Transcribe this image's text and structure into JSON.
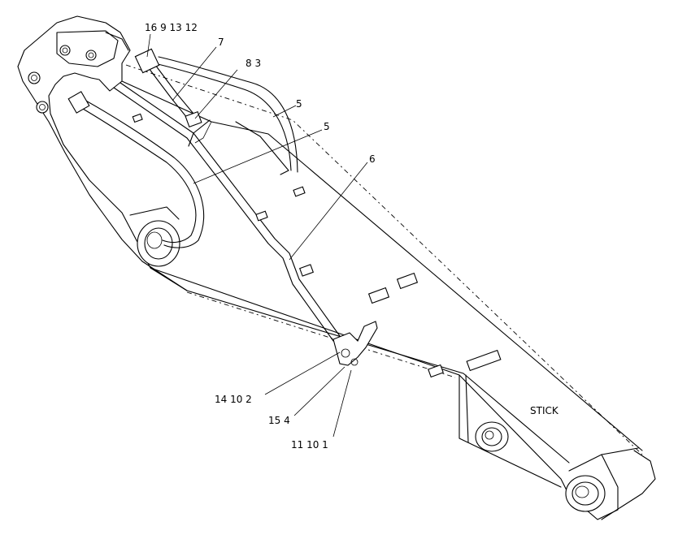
{
  "callouts": {
    "c1": "16  9  13  12",
    "c2": "7",
    "c3": "8  3",
    "c4": "5",
    "c5": "5",
    "c6": "6",
    "c7": "14  10  2",
    "c8": "15  4",
    "c9": "11  10  1"
  },
  "part_label": "STICK"
}
